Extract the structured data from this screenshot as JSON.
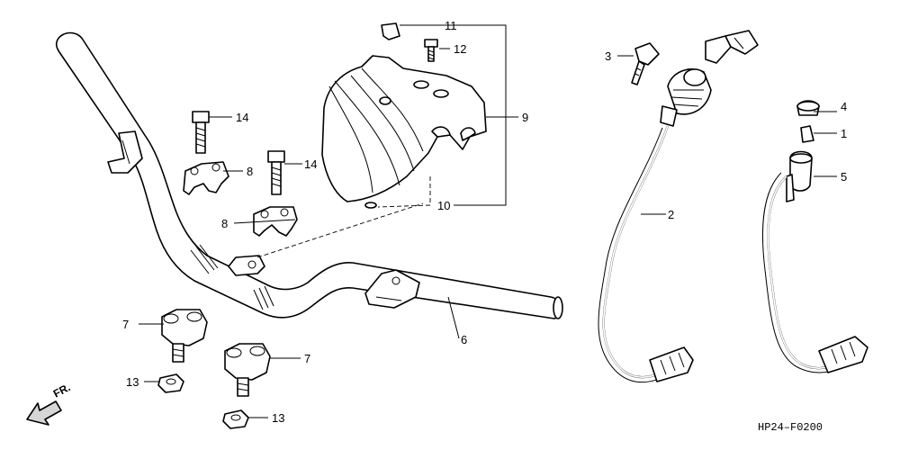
{
  "diagram": {
    "drawing_code": "HP24–F0200",
    "direction_label": "FR.",
    "callouts": {
      "c1": "1",
      "c2": "2",
      "c3": "3",
      "c4": "4",
      "c5": "5",
      "c6": "6",
      "c7a": "7",
      "c7b": "7",
      "c8a": "8",
      "c8b": "8",
      "c9": "9",
      "c10": "10",
      "c11": "11",
      "c12": "12",
      "c13a": "13",
      "c13b": "13",
      "c14a": "14",
      "c14b": "14"
    }
  }
}
